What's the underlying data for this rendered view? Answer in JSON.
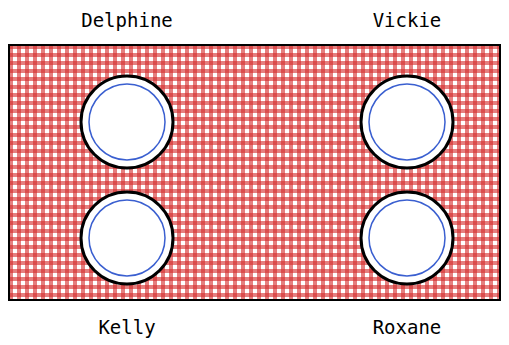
{
  "diagram": {
    "labels": [
      "Delphine",
      "Vickie",
      "Kelly",
      "Roxane"
    ]
  }
}
